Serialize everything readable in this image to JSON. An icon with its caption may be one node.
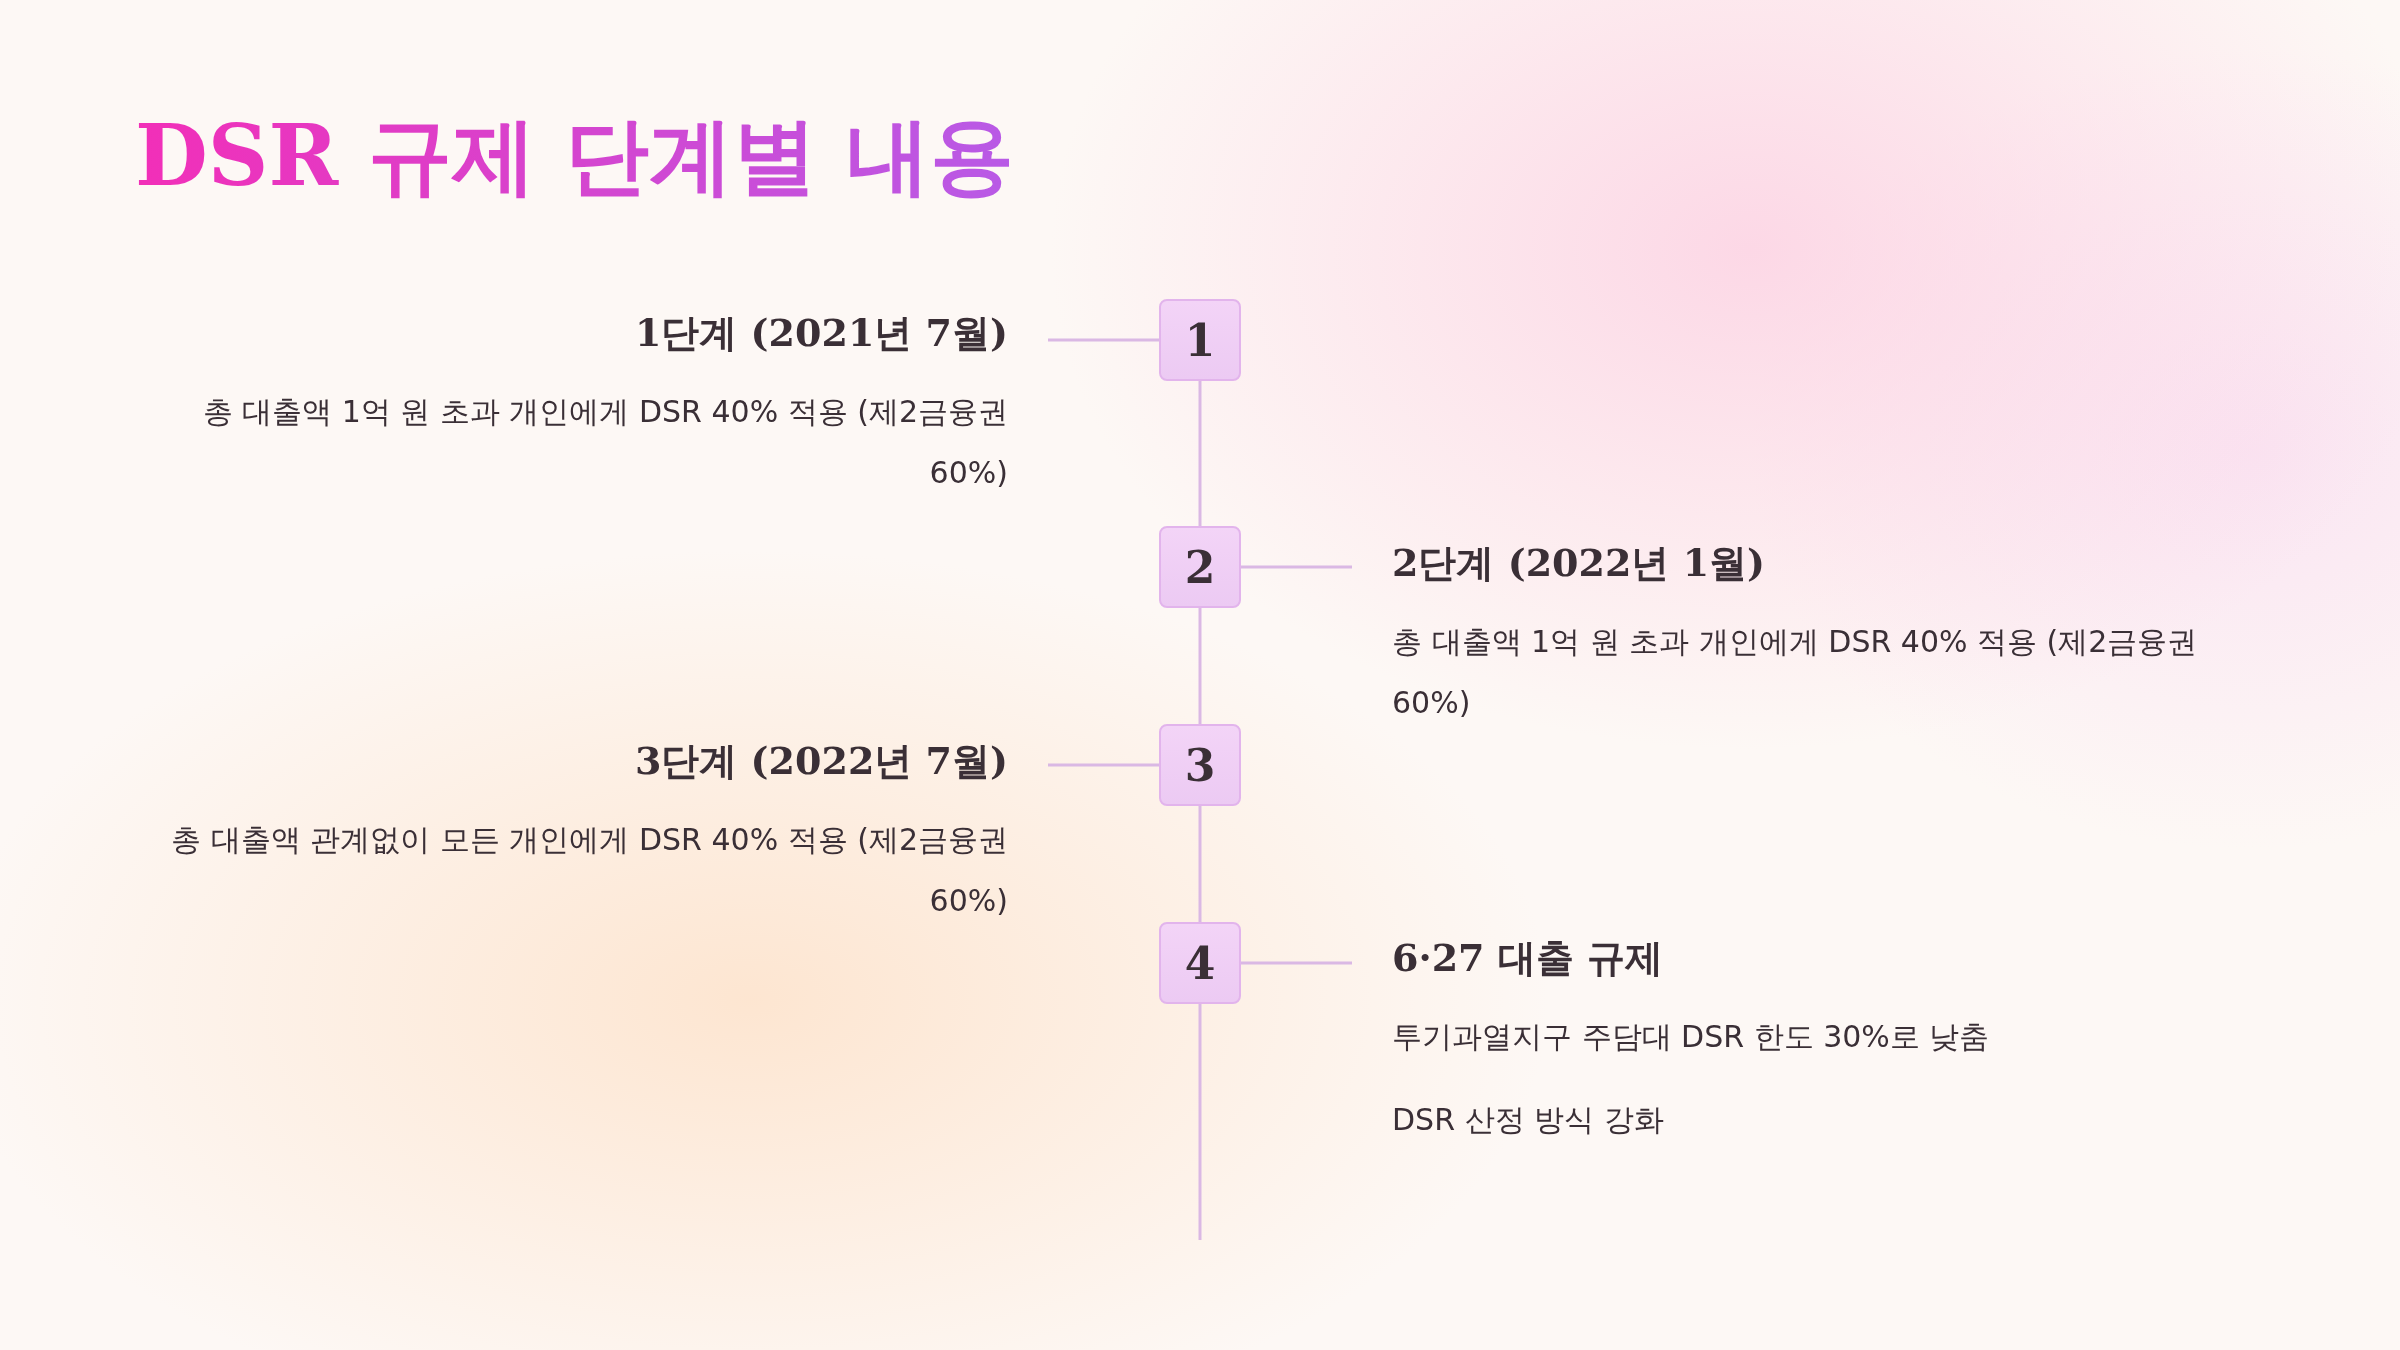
{
  "diagram": {
    "title": "DSR 규제 단계별 내용",
    "nodes": [
      {
        "text": [
          "1단계 (2021년 7월)",
          "총 대출액 1억 원 초과 개인에게 DSR 40% 적용 (제2금융권 60%)"
        ]
      },
      {
        "text": [
          "1"
        ]
      },
      {
        "text": [
          "2"
        ]
      },
      {
        "text": [
          "2단계 (2022년 1월)",
          "총 대출액 1억 원 초과 개인에게 DSR 40% 적용 (제2금융권 60%)"
        ]
      },
      {
        "text": [
          "3단계 (2022년 7월)",
          "총 대출액 관계없이 모든 개인에게 DSR 40% 적용 (제2금융권 60%)"
        ]
      },
      {
        "text": [
          "3"
        ]
      },
      {
        "text": [
          "4"
        ]
      },
      {
        "text": [
          "6·27 대출 규제",
          "투기과열지구 주담대 DSR 한도 30%로 낮춤",
          "DSR 산정 방식 강화"
        ]
      }
    ],
    "edges": [
      {
        "from": 1,
        "to": 0,
        "arrow": "none"
      },
      {
        "from": 1,
        "to": 2,
        "arrow": "none"
      },
      {
        "from": 2,
        "to": 3,
        "arrow": "none"
      },
      {
        "from": 2,
        "to": 5,
        "arrow": "none"
      },
      {
        "from": 5,
        "to": 4,
        "arrow": "none"
      },
      {
        "from": 5,
        "to": 6,
        "arrow": "none"
      },
      {
        "from": 6,
        "to": 7,
        "arrow": "none"
      },
      {
        "from": 6,
        "to": null,
        "arrow": "none"
      }
    ]
  }
}
